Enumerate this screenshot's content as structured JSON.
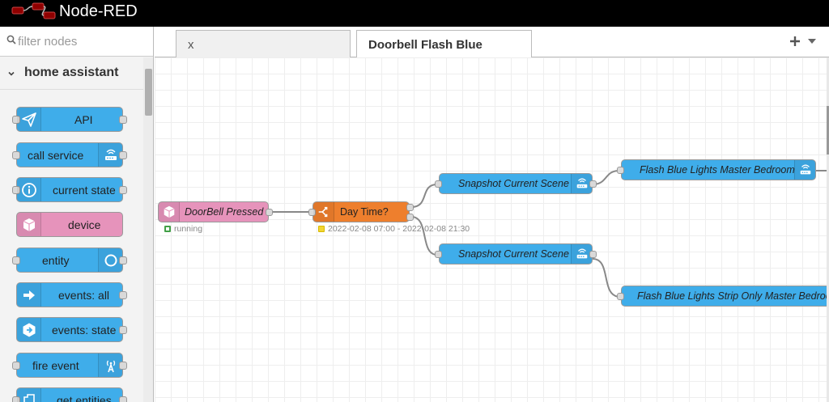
{
  "app": {
    "title": "Node-RED"
  },
  "palette": {
    "search_placeholder": "filter nodes",
    "category": "home assistant",
    "nodes": [
      {
        "label": "API",
        "icon": "paper-plane-icon"
      },
      {
        "label": "call service",
        "icon": "router-icon"
      },
      {
        "label": "current state",
        "icon": "info-icon"
      },
      {
        "label": "device",
        "icon": "cube-icon"
      },
      {
        "label": "entity",
        "icon": "circle-icon"
      },
      {
        "label": "events: all",
        "icon": "arrow-right-icon"
      },
      {
        "label": "events: state",
        "icon": "hexagon-arrow-icon"
      },
      {
        "label": "fire event",
        "icon": "broadcast-icon"
      },
      {
        "label": "get entities",
        "icon": "folder-icon"
      }
    ]
  },
  "tabs": [
    {
      "label": "x",
      "active": false
    },
    {
      "label": "Doorbell Flash Blue",
      "active": true
    }
  ],
  "flow": {
    "nodes": {
      "doorbell": {
        "label": "DoorBell Pressed",
        "status": "running"
      },
      "daytime": {
        "label": "Day Time?",
        "status": "2022-02-08 07:00 - 2022-02-08 21:30"
      },
      "snapshot1": {
        "label": "Snapshot Current Scene"
      },
      "snapshot2": {
        "label": "Snapshot Current Scene"
      },
      "flash_bedroom": {
        "label": "Flash Blue Lights Master Bedroom"
      },
      "flash_strip": {
        "label": "Flash Blue Lights Strip Only Master Bedroom"
      }
    }
  },
  "colors": {
    "ha_blue": "#3fadea",
    "device_pink": "#e693bb",
    "switch_orange": "#ee7f2d",
    "status_green": "#43a047",
    "status_yellow": "#f2d533"
  }
}
